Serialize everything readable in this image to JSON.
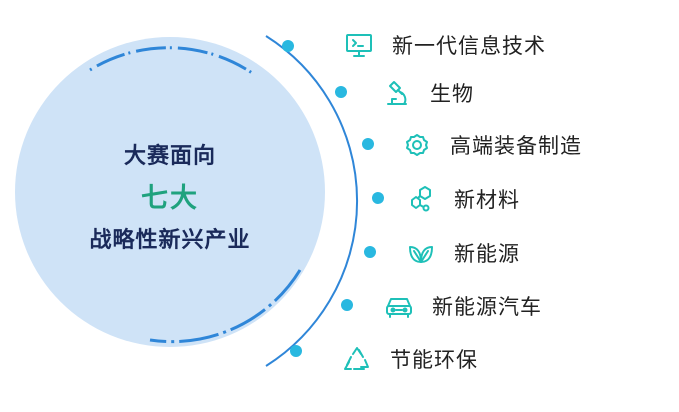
{
  "center": {
    "line1": "大赛面向",
    "line2": "七大",
    "line3": "战略性新兴产业"
  },
  "items": [
    {
      "label": "新一代信息技术",
      "icon": "monitor-icon"
    },
    {
      "label": "生物",
      "icon": "microscope-icon"
    },
    {
      "label": "高端装备制造",
      "icon": "gear-hand-icon"
    },
    {
      "label": "新材料",
      "icon": "molecule-icon"
    },
    {
      "label": "新能源",
      "icon": "leaf-icon"
    },
    {
      "label": "新能源汽车",
      "icon": "car-icon"
    },
    {
      "label": "节能环保",
      "icon": "recycle-icon"
    }
  ],
  "colors": {
    "accent": "#29b8e0",
    "ring": "#2f86d8",
    "center_fill": "#cfe3f7",
    "title_dark": "#1a2a5a",
    "title_green": "#1fa27e",
    "icon": "#1ec0b8"
  }
}
